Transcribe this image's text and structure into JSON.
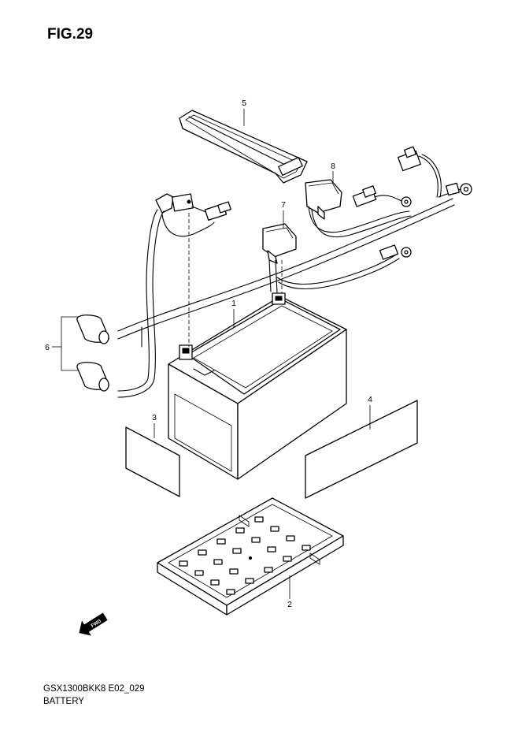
{
  "figure_title": "FIG.29",
  "footer": {
    "model_code": "GSX1300BKK8 E02_029",
    "caption": "BATTERY"
  },
  "callouts": {
    "c1": "1",
    "c2": "2",
    "c3": "3",
    "c4": "4",
    "c5": "5",
    "c6": "6",
    "c7": "7",
    "c8": "8"
  },
  "fwd_arrow_label": "FWD"
}
